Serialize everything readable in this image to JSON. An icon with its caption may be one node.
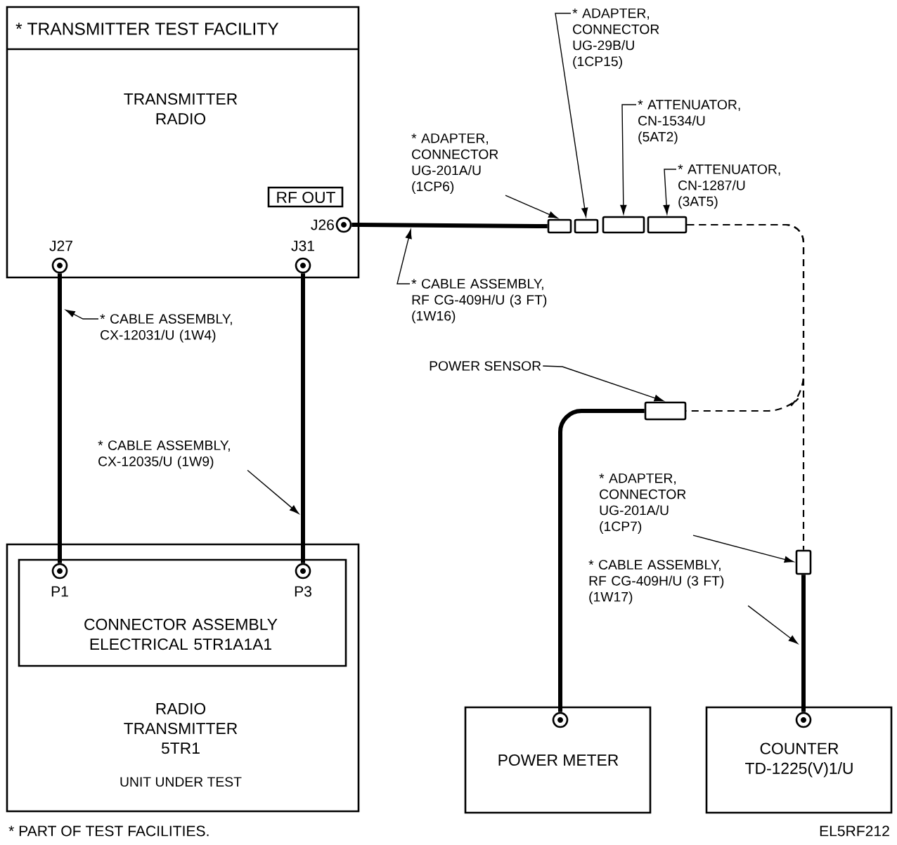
{
  "diagram": {
    "nodes": [
      {
        "text": [
          "* TRANSMITTER TEST FACILITY",
          "TRANSMITTER RADIO"
        ]
      },
      {
        "text": [
          "RF OUT"
        ],
        "in": 0
      },
      {
        "text": [],
        "shape": "circle",
        "beside": [
          "J26"
        ],
        "in": 0
      },
      {
        "text": [],
        "shape": "circle",
        "beside": [
          "J27"
        ],
        "in": 0
      },
      {
        "text": [],
        "shape": "circle",
        "beside": [
          "J31"
        ],
        "in": 0
      },
      {
        "text": [
          "RADIO TRANSMITTER 5TR1",
          "UNIT UNDER TEST"
        ]
      },
      {
        "text": [
          "CONNECTOR ASSEMBLY ELECTRICAL 5TR1A1A1"
        ],
        "in": 5
      },
      {
        "text": [],
        "shape": "circle",
        "beside": [
          "P1"
        ],
        "in": 6
      },
      {
        "text": [],
        "shape": "circle",
        "beside": [
          "P3"
        ],
        "in": 6
      },
      {
        "text": [],
        "shape": "box"
      },
      {
        "text": [],
        "shape": "box"
      },
      {
        "text": [],
        "shape": "box"
      },
      {
        "text": [],
        "shape": "box"
      },
      {
        "text": [],
        "shape": "box"
      },
      {
        "text": [],
        "shape": "box"
      },
      {
        "text": [
          "POWER METER"
        ]
      },
      {
        "text": [
          "COUNTER TD-1225(V)1/U"
        ]
      },
      {
        "text": [],
        "shape": "circle",
        "in": 15
      },
      {
        "text": [],
        "shape": "circle",
        "in": 16
      },
      {
        "text": [
          "* ADAPTER, CONNECTOR UG-201A/U (1CP6)"
        ]
      },
      {
        "text": [
          "* ADAPTER, CONNECTOR UG-29B/U (1CP15)"
        ]
      },
      {
        "text": [
          "* ATTENUATOR, CN-1534/U (5AT2)"
        ]
      },
      {
        "text": [
          "* ATTENUATOR, CN-1287/U (3AT5)"
        ]
      },
      {
        "text": [
          "* CABLE ASSEMBLY, RF CG-409H/U (3 FT) (1W16)"
        ]
      },
      {
        "text": [
          "* CABLE ASSEMBLY, CX-12031/U (1W4)"
        ]
      },
      {
        "text": [
          "* CABLE ASSEMBLY, CX-12035/U (1W9)"
        ]
      },
      {
        "text": [
          "POWER SENSOR"
        ]
      },
      {
        "text": [
          "* ADAPTER, CONNECTOR UG-201A/U (1CP7)"
        ]
      },
      {
        "text": [
          "* CABLE ASSEMBLY, RF CG-409H/U (3 FT) (1W17)"
        ]
      }
    ],
    "edges": [
      {
        "from": 3,
        "to": 7,
        "arrow": "none",
        "style": "thick"
      },
      {
        "from": 4,
        "to": 8,
        "arrow": "none",
        "style": "thick"
      },
      {
        "from": 2,
        "to": 9,
        "arrow": "none",
        "style": "thick"
      },
      {
        "from": 12,
        "to": 14,
        "arrow": "none",
        "style": "dashed"
      },
      {
        "from": 12,
        "to": 13,
        "arrow": "none",
        "style": "dashed"
      },
      {
        "from": 13,
        "to": 17,
        "arrow": "none",
        "style": "thick"
      },
      {
        "from": 14,
        "to": 18,
        "arrow": "none",
        "style": "thick"
      },
      {
        "from": 19,
        "to": 9,
        "arrow": "to"
      },
      {
        "from": 20,
        "to": 10,
        "arrow": "to"
      },
      {
        "from": 21,
        "to": 11,
        "arrow": "to"
      },
      {
        "from": 22,
        "to": 12,
        "arrow": "to"
      },
      {
        "from": 23,
        "to": null,
        "arrow": "to"
      },
      {
        "from": 24,
        "to": null,
        "arrow": "to"
      },
      {
        "from": 25,
        "to": null,
        "arrow": "to"
      },
      {
        "from": 26,
        "to": 13,
        "arrow": "to"
      },
      {
        "from": 27,
        "to": 14,
        "arrow": "to"
      },
      {
        "from": 28,
        "to": null,
        "arrow": "to"
      }
    ],
    "labels": [
      "* PART OF TEST FACILITIES.",
      "EL5RF212"
    ]
  }
}
